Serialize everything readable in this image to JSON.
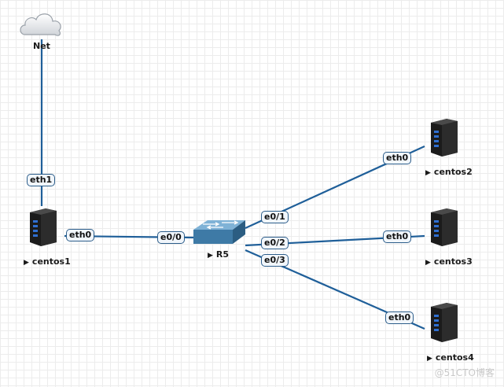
{
  "nodes": {
    "net": {
      "label": "Net",
      "icon": "cloud-icon"
    },
    "centos1": {
      "label": "centos1",
      "icon": "server-icon"
    },
    "r5": {
      "label": "R5",
      "icon": "switch-icon"
    },
    "centos2": {
      "label": "centos2",
      "icon": "server-icon"
    },
    "centos3": {
      "label": "centos3",
      "icon": "server-icon"
    },
    "centos4": {
      "label": "centos4",
      "icon": "server-icon"
    }
  },
  "interfaces": {
    "net_eth1": "eth1",
    "centos1_eth0": "eth0",
    "r5_e00": "e0/0",
    "r5_e01": "e0/1",
    "r5_e02": "e0/2",
    "r5_e03": "e0/3",
    "centos2_eth0": "eth0",
    "centos3_eth0": "eth0",
    "centos4_eth0": "eth0"
  },
  "watermark": "@51CTO博客",
  "colors": {
    "link": "#1f5f99",
    "server": "#2a2a2a",
    "switch": "#3d6f94"
  }
}
